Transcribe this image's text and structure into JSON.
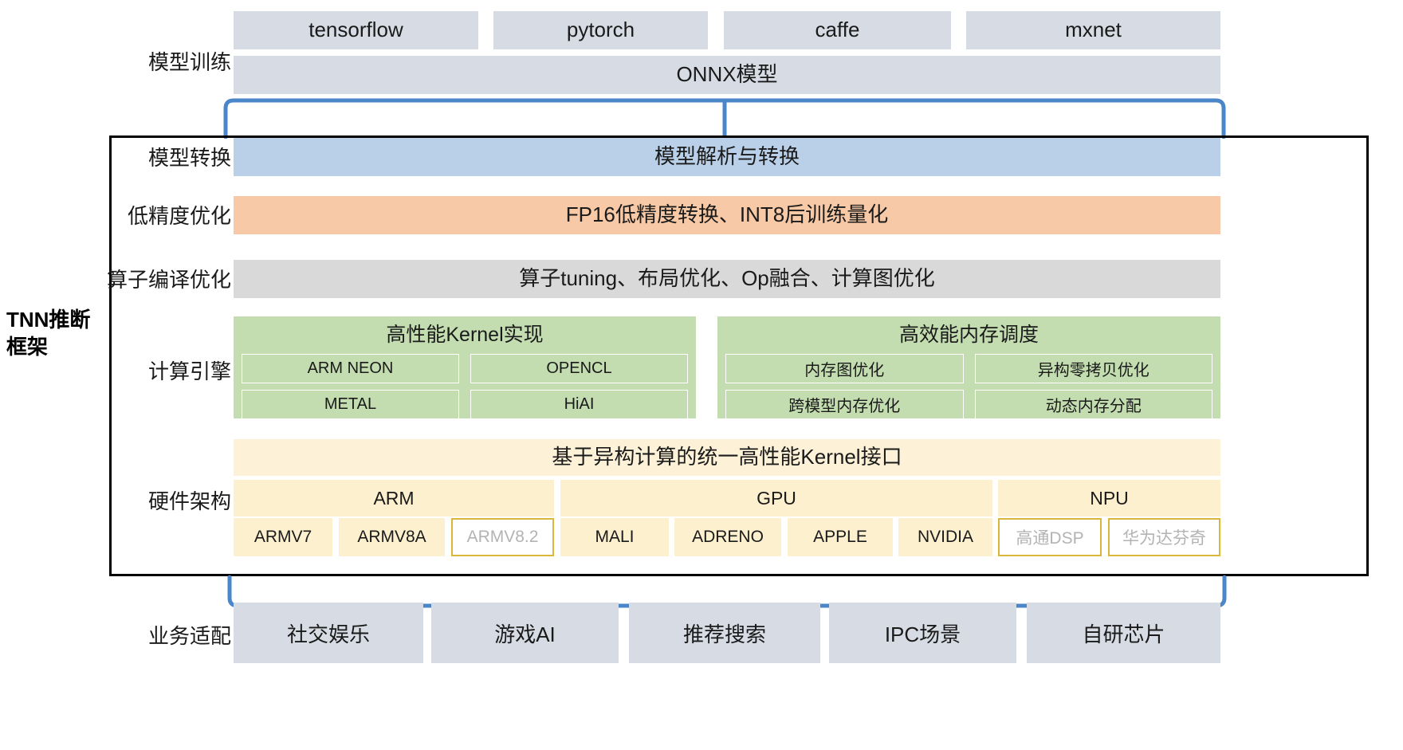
{
  "meta": {
    "framework_title": "TNN推断\n框架",
    "accent_blue": "#4a86c8",
    "frame_border": "#000000"
  },
  "rows": {
    "training": {
      "label": "模型训练",
      "frameworks": [
        "tensorflow",
        "pytorch",
        "caffe",
        "mxnet"
      ],
      "onnx": "ONNX模型"
    },
    "convert": {
      "label": "模型转换",
      "bar": "模型解析与转换",
      "color": "#b9d0e8"
    },
    "precision": {
      "label": "低精度优化",
      "bar": "FP16低精度转换、INT8后训练量化",
      "color": "#f7c9a6"
    },
    "opcompile": {
      "label": "算子编译优化",
      "bar": "算子tuning、布局优化、Op融合、计算图优化",
      "color": "#d9d9d9"
    },
    "engine": {
      "label": "计算引擎",
      "color": "#c3ddb0",
      "panels": [
        {
          "title": "高性能Kernel实现",
          "cells": [
            "ARM NEON",
            "OPENCL",
            "METAL",
            "HiAI"
          ]
        },
        {
          "title": "高效能内存调度",
          "cells": [
            "内存图优化",
            "异构零拷贝优化",
            "跨模型内存优化",
            "动态内存分配"
          ]
        }
      ]
    },
    "hardware": {
      "label": "硬件架构",
      "color": "#fdf0cf",
      "kernel_api": "基于异构计算的统一高性能Kernel接口",
      "groups": [
        {
          "name": "ARM",
          "chips": [
            {
              "name": "ARMV7",
              "dim": false
            },
            {
              "name": "ARMV8A",
              "dim": false
            },
            {
              "name": "ARMV8.2",
              "dim": true
            }
          ]
        },
        {
          "name": "GPU",
          "chips": [
            {
              "name": "MALI",
              "dim": false
            },
            {
              "name": "ADRENO",
              "dim": false
            },
            {
              "name": "APPLE",
              "dim": false
            },
            {
              "name": "NVIDIA",
              "dim": false
            }
          ]
        },
        {
          "name": "NPU",
          "chips": [
            {
              "name": "高通DSP",
              "dim": true
            },
            {
              "name": "华为达芬奇",
              "dim": true
            }
          ]
        }
      ]
    },
    "business": {
      "label": "业务适配",
      "items": [
        "社交娱乐",
        "游戏AI",
        "推荐搜索",
        "IPC场景",
        "自研芯片"
      ]
    }
  }
}
